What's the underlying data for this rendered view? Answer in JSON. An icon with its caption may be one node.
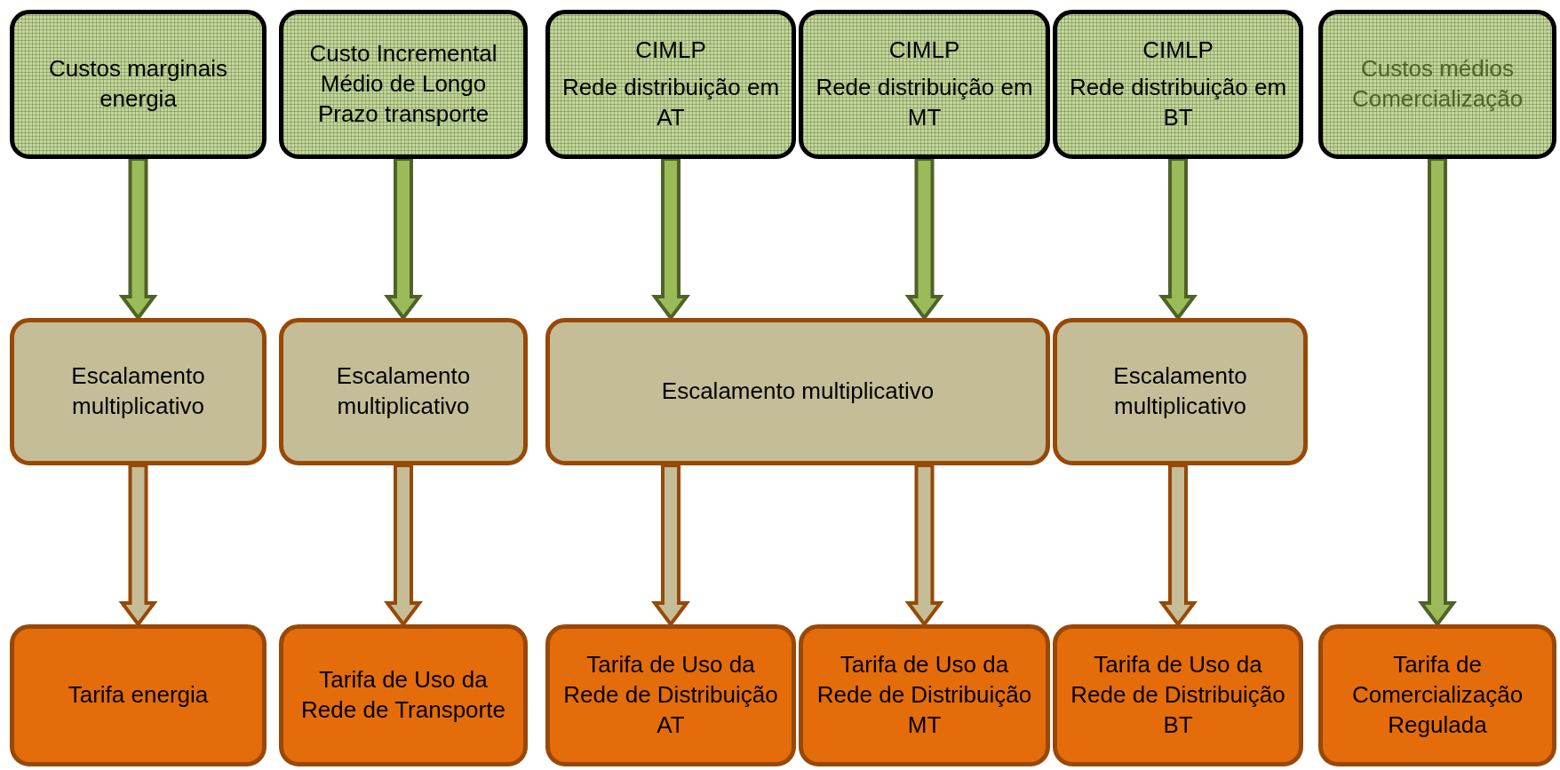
{
  "diagram": {
    "nodes": [
      {
        "text": [
          "Custos marginais energia"
        ]
      },
      {
        "text": [
          "Custo Incremental Médio de Longo Prazo transporte"
        ]
      },
      {
        "text": [
          "CIMLP",
          "Rede distribuição em AT"
        ]
      },
      {
        "text": [
          "CIMLP",
          "Rede distribuição em MT"
        ]
      },
      {
        "text": [
          "CIMLP",
          "Rede distribuição em BT"
        ]
      },
      {
        "text": [
          "Custos médios Comercialização"
        ]
      },
      {
        "text": [
          "Escalamento multiplicativo"
        ]
      },
      {
        "text": [
          "Escalamento multiplicativo"
        ]
      },
      {
        "text": [
          "Escalamento multiplicativo"
        ]
      },
      {
        "text": [
          "Escalamento multiplicativo"
        ]
      },
      {
        "text": [
          "Tarifa energia"
        ]
      },
      {
        "text": [
          "Tarifa de Uso da Rede de Transporte"
        ]
      },
      {
        "text": [
          "Tarifa de Uso da Rede de Distribuição AT"
        ]
      },
      {
        "text": [
          "Tarifa de Uso da Rede de Distribuição MT"
        ]
      },
      {
        "text": [
          "Tarifa de Uso da Rede de Distribuição BT"
        ]
      },
      {
        "text": [
          "Tarifa de Comercialização Regulada"
        ]
      }
    ],
    "edges": [
      {
        "from": 0,
        "to": 6,
        "arrow": "to"
      },
      {
        "from": 1,
        "to": 7,
        "arrow": "to"
      },
      {
        "from": 2,
        "to": 8,
        "arrow": "to"
      },
      {
        "from": 3,
        "to": 8,
        "arrow": "to"
      },
      {
        "from": 4,
        "to": 9,
        "arrow": "to"
      },
      {
        "from": 5,
        "to": 15,
        "arrow": "to"
      },
      {
        "from": 6,
        "to": 10,
        "arrow": "to",
        "color": "#c4bd97"
      },
      {
        "from": 7,
        "to": 11,
        "arrow": "to",
        "color": "#c4bd97"
      },
      {
        "from": 8,
        "to": 12,
        "arrow": "to",
        "color": "#c4bd97"
      },
      {
        "from": 8,
        "to": 13,
        "arrow": "to",
        "color": "#c4bd97"
      },
      {
        "from": 9,
        "to": 14,
        "arrow": "to",
        "color": "#c4bd97"
      }
    ]
  }
}
